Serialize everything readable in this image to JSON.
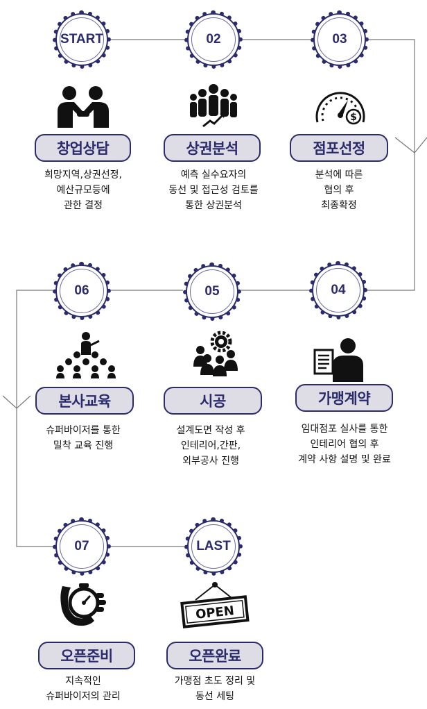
{
  "colors": {
    "primary": "#2b2a6b",
    "pill_bg": "#dedde6",
    "line": "#777777"
  },
  "steps": [
    {
      "label": "START",
      "title": "창업상담",
      "icon": "handshake-people-icon",
      "desc": [
        "희망지역,상권선정,",
        "예산규모등에",
        "관한 결정"
      ]
    },
    {
      "label": "02",
      "title": "상권분석",
      "icon": "people-group-growth-icon",
      "desc": [
        "예측 실수요자의",
        "동선 및 접근성 검토를",
        "통한 상권분석"
      ]
    },
    {
      "label": "03",
      "title": "점포선정",
      "icon": "gauge-dollar-icon",
      "desc": [
        "분석에 따른",
        "협의 후",
        "최종확정"
      ]
    },
    {
      "label": "04",
      "title": "가맹계약",
      "icon": "person-document-icon",
      "desc": [
        "임대점포 실사를 통한",
        "인테리어 협의 후",
        "계약 사항 설명 및 완료"
      ]
    },
    {
      "label": "05",
      "title": "시공",
      "icon": "team-gear-icon",
      "desc": [
        "설계도면 작성 후",
        "인테리어,간판,",
        "외부공사 진행"
      ]
    },
    {
      "label": "06",
      "title": "본사교육",
      "icon": "presenter-audience-icon",
      "desc": [
        "슈퍼바이저를 통한",
        "밀착 교육 진행"
      ]
    },
    {
      "label": "07",
      "title": "오픈준비",
      "icon": "hand-stopwatch-icon",
      "desc": [
        "지속적인",
        "슈퍼바이저의 관리"
      ]
    },
    {
      "label": "LAST",
      "title": "오픈완료",
      "icon": "open-sign-icon",
      "sign": "OPEN",
      "desc": [
        "가맹점 초도 정리 및",
        "동선 세팅"
      ]
    }
  ]
}
